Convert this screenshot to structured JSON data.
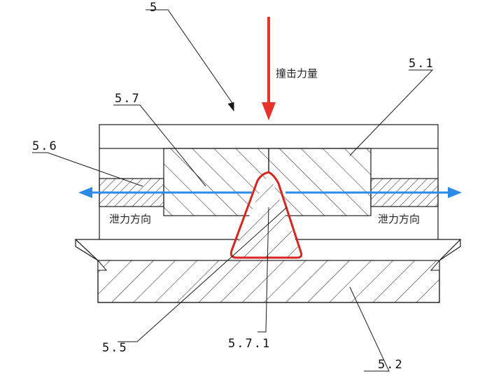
{
  "labels": {
    "l5": "5",
    "l51": "5.1",
    "l52": "5.2",
    "l55": "5.5",
    "l56": "5.6",
    "l57": "5.7",
    "l571": "5.7.1"
  },
  "annotations": {
    "impact_force": "撞击力量",
    "release_left": "泄力方向",
    "release_right": "泄力方向"
  },
  "colors": {
    "line": "#1a1a1a",
    "impact_arrow": "#e8332a",
    "wedge_outline": "#d9251d",
    "release_arrow": "#2b8be6"
  }
}
